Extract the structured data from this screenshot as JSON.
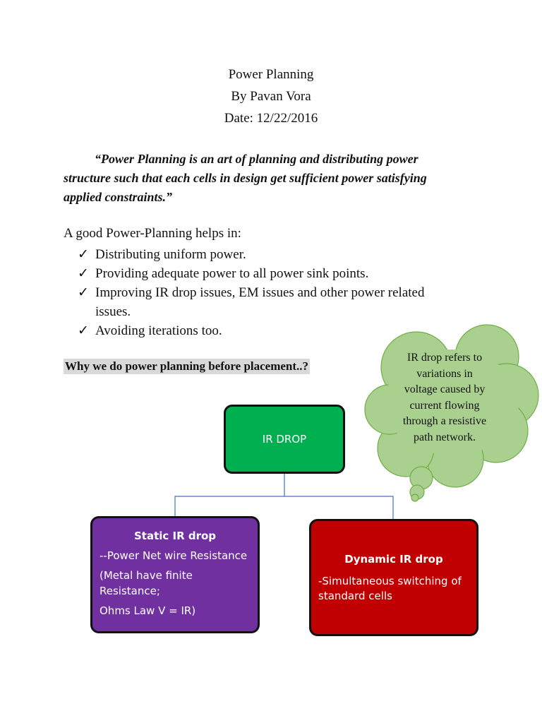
{
  "header": {
    "title": "Power Planning",
    "author": "By Pavan Vora",
    "date": "Date: 12/22/2016"
  },
  "quote": {
    "line1": "“Power Planning is an art of planning and distributing power",
    "line2": "structure such that each cells in design get sufficient power satisfying",
    "line3": "applied constraints.”"
  },
  "intro": "A good Power-Planning helps in:",
  "bullets": {
    "mark": "✓",
    "items": [
      "Distributing uniform power.",
      "Providing adequate power to all power sink points.",
      "Improving IR drop issues, EM issues and other power related issues.",
      "Avoiding iterations too."
    ]
  },
  "question": "Why we do power planning before placement..?",
  "callout": {
    "line1": "IR drop refers to",
    "line2": "variations in",
    "line3": "voltage caused by",
    "line4": "current flowing",
    "line5": "through a resistive",
    "line6": "path network.",
    "fill": "#a9d08e",
    "stroke": "#70ad47"
  },
  "diagram": {
    "root": {
      "label": "IR DROP",
      "color": "#00b050"
    },
    "static": {
      "title": "Static IR drop",
      "line1": "--Power Net wire Resistance",
      "line2": "(Metal have finite Resistance;",
      "line3": "Ohms Law V = IR)",
      "color": "#7030a0"
    },
    "dynamic": {
      "title": "Dynamic IR drop",
      "line1": "-Simultaneous switching of standard cells",
      "color": "#c00000"
    },
    "connector_color": "#4472c4"
  }
}
